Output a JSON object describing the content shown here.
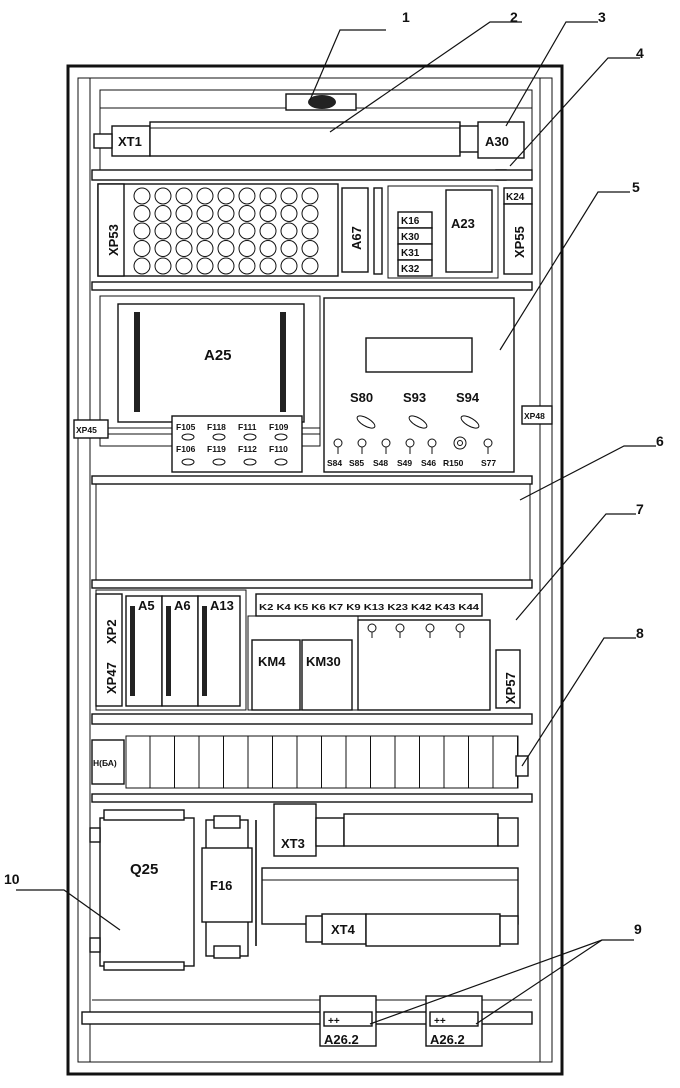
{
  "callouts": {
    "n1": "1",
    "n2": "2",
    "n3": "3",
    "n4": "4",
    "n5": "5",
    "n6": "6",
    "n7": "7",
    "n8": "8",
    "n9": "9",
    "n10": "10"
  },
  "labels": {
    "xt1": "XT1",
    "a30": "A30",
    "xp53": "XP53",
    "a67": "A67",
    "k16": "K16",
    "k30": "K30",
    "k31": "K31",
    "k32": "K32",
    "a23": "A23",
    "k24": "K24",
    "xp55": "XP55",
    "a25": "A25",
    "xp45": "XP45",
    "xp48": "XP48",
    "s80": "S80",
    "s93": "S93",
    "s94": "S94",
    "f105": "F105",
    "f118": "F118",
    "f111": "F111",
    "f109": "F109",
    "f106": "F106",
    "f119": "F119",
    "f112": "F112",
    "f110": "F110",
    "s84": "S84",
    "s85": "S85",
    "s48": "S48",
    "s49": "S49",
    "s46": "S46",
    "r150": "R150",
    "s77": "S77",
    "xp2": "XP2",
    "xp47": "XP47",
    "a5": "A5",
    "a6": "A6",
    "a13": "A13",
    "krow": "K2 K4 K5 K6 K7 K9 K13 K23 K42 K43 K44",
    "km4": "KM4",
    "km30": "KM30",
    "xp57": "XP57",
    "hba": "H(БА)",
    "q25": "Q25",
    "f16": "F16",
    "xt3": "XT3",
    "xt4": "XT4",
    "a26a": "A26.2",
    "a26b": "A26.2"
  }
}
